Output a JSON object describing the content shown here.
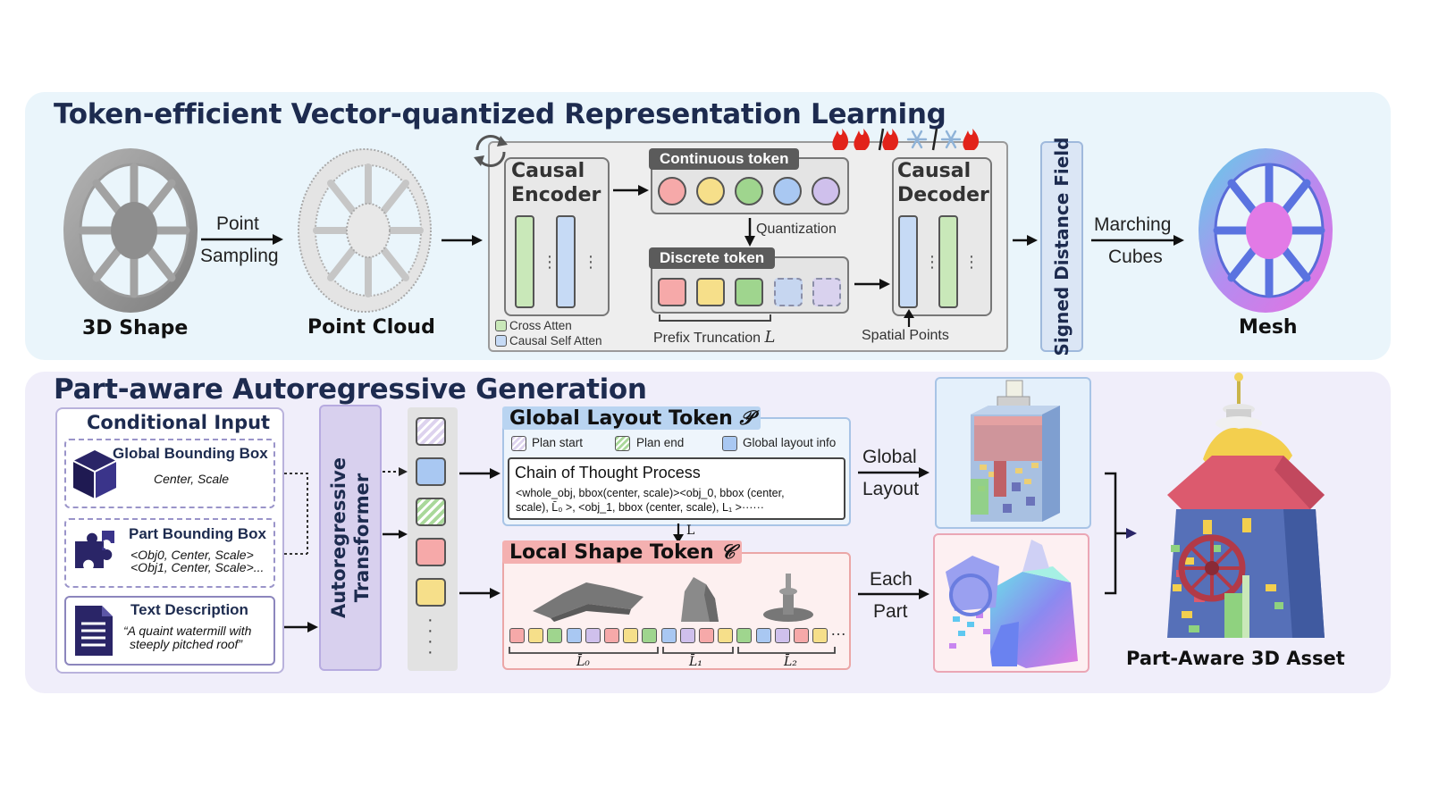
{
  "top_panel": {
    "title": "Token-efficient Vector-quantized Representation Learning",
    "shape_label": "3D Shape",
    "point_sampling": [
      "Point",
      "Sampling"
    ],
    "point_cloud_label": "Point Cloud",
    "encoder_title": [
      "Causal",
      "Encoder"
    ],
    "legend_cross": "Cross Atten",
    "legend_causal": "Causal Self Atten",
    "continuous_token": "Continuous token",
    "quantization": "Quantization",
    "discrete_token": "Discrete token",
    "prefix_truncation": "Prefix Truncation",
    "prefix_symbol": "L",
    "decoder_title": [
      "Causal",
      "Decoder"
    ],
    "spatial_points": "Spatial Points",
    "sdf": "Signed Distance Field",
    "marching_cubes": [
      "Marching",
      "Cubes"
    ],
    "mesh_label": "Mesh",
    "continuous_colors": [
      "#f6a9a9",
      "#f6df8a",
      "#9fd58e",
      "#a9c8f2",
      "#cfc0ec"
    ],
    "discrete_colors": [
      "#f6a9a9",
      "#f6df8a",
      "#9fd58e"
    ],
    "discrete_faded_colors": [
      "#c6d6f0",
      "#d9d2ee"
    ]
  },
  "bottom_panel": {
    "title": "Part-aware Autoregressive Generation",
    "conditional_input": "Conditional Input",
    "global_bbox": "Global Bounding Box",
    "global_bbox_sub": "Center, Scale",
    "part_bbox": "Part Bounding Box",
    "part_bbox_line1": "<Obj0, Center, Scale>",
    "part_bbox_line2": "<Obj1, Center, Scale>...",
    "text_desc": "Text Description",
    "text_desc_quote1": "“A quaint watermill with",
    "text_desc_quote2": "steeply pitched roof”",
    "transformer": [
      "Autoregressive",
      "Transformer"
    ],
    "global_layout_token": "Global Layout Token",
    "global_layout_symbol": "𝒫",
    "plan_start": "Plan start",
    "plan_end": "Plan end",
    "global_layout_info": "Global layout info",
    "cot_title": "Chain of Thought Process",
    "cot_line1": "<whole_obj, bbox(center, scale)><obj_0, bbox (center,",
    "cot_line2": "scale), L̄₀ >, <obj_1, bbox (center, scale), L₁ >······",
    "arrow_L": "L",
    "local_shape_token": "Local Shape Token",
    "local_shape_symbol": "𝒞",
    "L0": "L̄₀",
    "L1": "L̄₁",
    "L2": "L̄₂",
    "global_layout": [
      "Global",
      "Layout"
    ],
    "each_part": [
      "Each",
      "Part"
    ],
    "asset_label": "Part-Aware 3D Asset",
    "stack_colors": [
      "#ddd3ee",
      "#a9c8f2",
      "#bfe3b1",
      "#f6a9a9",
      "#f6df8a"
    ],
    "token_row": [
      "#f6a9a9",
      "#f6df8a",
      "#9fd58e",
      "#a9c8f2",
      "#cfc0ec",
      "#f6a9a9",
      "#f6df8a",
      "#9fd58e",
      "#a9c8f2",
      "#cfc0ec",
      "#f6a9a9",
      "#f6df8a",
      "#9fd58e",
      "#a9c8f2",
      "#cfc0ec",
      "#f6a9a9",
      "#f6df8a"
    ]
  }
}
